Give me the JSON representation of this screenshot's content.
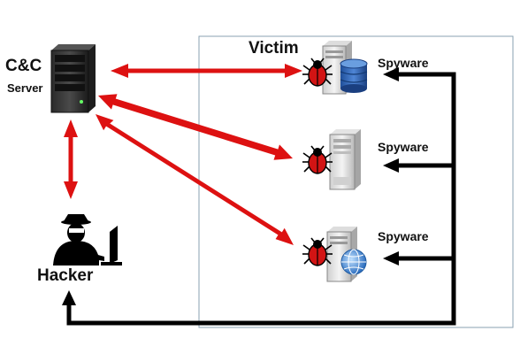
{
  "labels": {
    "cc": "C&C",
    "server": "Server",
    "victim": "Victim",
    "hacker": "Hacker",
    "spyware": [
      "Spyware",
      "Spyware",
      "Spyware"
    ]
  },
  "colors": {
    "red_arrow": "#dd1111",
    "black_arrow": "#000000",
    "victim_border": "#8aa0b0"
  },
  "icons": {
    "cc_server": "tower-server-icon",
    "hacker": "hacker-at-computer-icon",
    "victim_hosts": [
      "database-server-icon",
      "desktop-tower-icon",
      "web-server-icon"
    ],
    "malware": "bug-icon"
  }
}
